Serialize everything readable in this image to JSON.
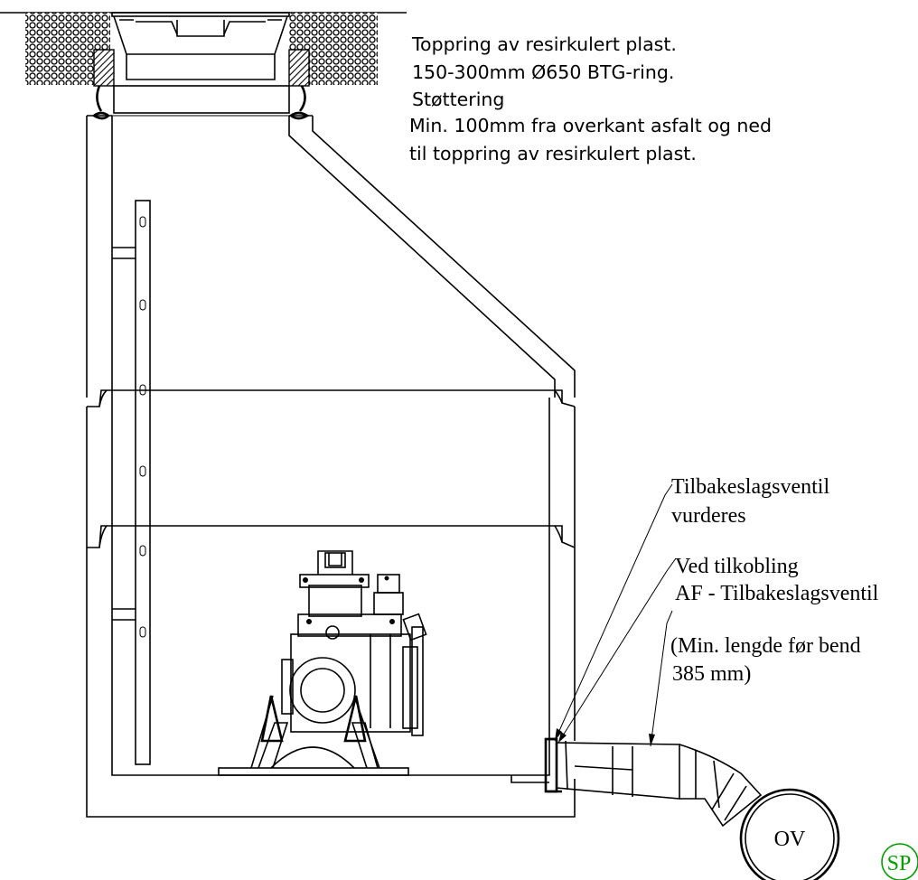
{
  "notes": {
    "topring_line1": "Toppring av resirkulert plast.",
    "topring_line2": "150-300mm Ø650 BTG-ring.",
    "support_ring": "Støttering",
    "asphalt_line1": "Min. 100mm fra overkant asfalt og ned",
    "asphalt_line2": "til toppring av resirkulert plast."
  },
  "callouts": {
    "check_valve_line1": "Tilbakeslagsventil",
    "check_valve_line2": "vurderes",
    "connection_line1": "Ved tilkobling",
    "connection_line2": "AF - Tilbakeslagsventil",
    "min_length_line1": "(Min. lengde før bend",
    "min_length_line2": "385 mm)"
  },
  "pipe_label": "OV",
  "badge": {
    "text": "SP",
    "color": "#00a000"
  },
  "colors": {
    "line": "#000000",
    "background": "#ffffff"
  }
}
